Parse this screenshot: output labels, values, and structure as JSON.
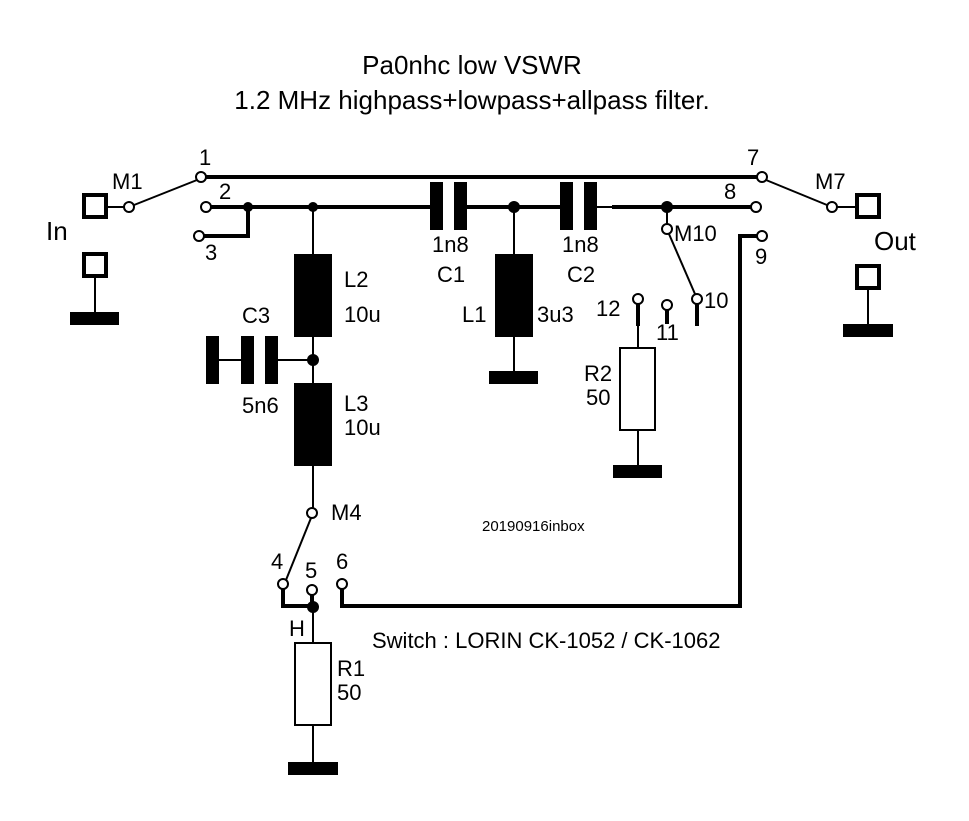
{
  "title": {
    "line1": "Pa0nhc low VSWR",
    "line2": "1.2 MHz highpass+lowpass+allpass filter."
  },
  "ports": {
    "input": "In",
    "output": "Out"
  },
  "switch_poles": {
    "m1": "M1",
    "m4": "M4",
    "m7": "M7",
    "m10": "M10"
  },
  "pins": {
    "p1": "1",
    "p2": "2",
    "p3": "3",
    "p4": "4",
    "p5": "5",
    "p6": "6",
    "p7": "7",
    "p8": "8",
    "p9": "9",
    "p10": "10",
    "p11": "11",
    "p12": "12"
  },
  "components": {
    "c1": {
      "ref": "C1",
      "value": "1n8"
    },
    "c2": {
      "ref": "C2",
      "value": "1n8"
    },
    "c3": {
      "ref": "C3",
      "value": "5n6"
    },
    "l1": {
      "ref": "L1",
      "value": "3u3"
    },
    "l2": {
      "ref": "L2",
      "value": "10u"
    },
    "l3": {
      "ref": "L3",
      "value": "10u"
    },
    "r1": {
      "ref": "R1",
      "value": "50"
    },
    "r2": {
      "ref": "R2",
      "value": "50"
    }
  },
  "node_label_h": "H",
  "stamp": "20190916inbox",
  "switch_note": "Switch : LORIN CK-1052 / CK-1062"
}
